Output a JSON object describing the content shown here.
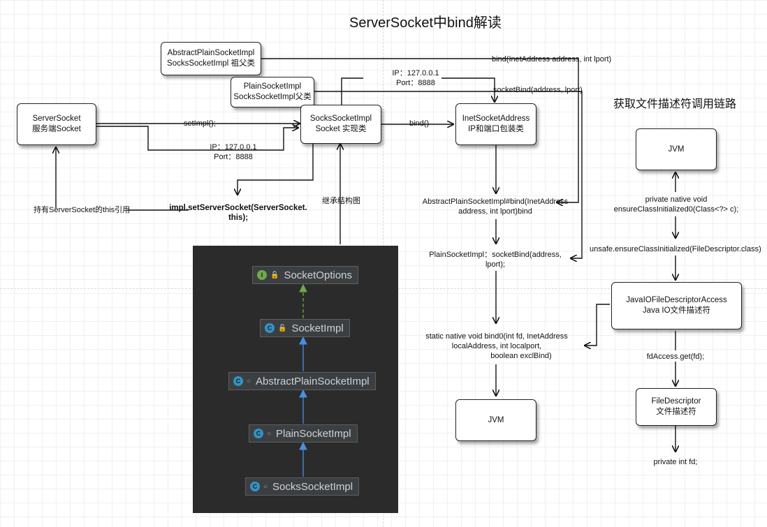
{
  "title": "ServerSocket中bind解读",
  "subtitle": "获取文件描述符调用链路",
  "boxes": {
    "server_socket": {
      "line1": "ServerSocket",
      "line2": "服务端Socket"
    },
    "abstract_plain": {
      "line1": "AbstractPlainSocketImpl",
      "line2": "SocksSocketImpl 祖父类"
    },
    "plain": {
      "line1": "PlainSocketImpl",
      "line2": "SocksSocketImpl父类"
    },
    "socks": {
      "line1": "SocksSocketImpl",
      "line2": "Socket 实现类"
    },
    "inet": {
      "line1": "InetSocketAddress",
      "line2": "IP和端口包装类"
    },
    "jvm_mid": {
      "line1": "JVM"
    },
    "jvm_right": {
      "line1": "JVM"
    },
    "java_io_access": {
      "line1": "JavaIOFileDescriptorAccess",
      "line2": "Java IO文件描述符"
    },
    "file_descriptor": {
      "line1": "FileDescriptor",
      "line2": "文件描述符"
    }
  },
  "labels": {
    "bind_inet_top": "bind(InetAddress address, int lport)",
    "socket_bind_top": "socketBind(address, lport)",
    "ip_top": "IP：127.0.0.1",
    "port_top": "Port：8888",
    "set_impl": "setImpl();",
    "ip_mid": "IP：127.0.0.1",
    "port_mid": "Port：8888",
    "bind_call": "bind()",
    "holds_this": "持有ServerSocket的this引用",
    "impl_set_line1": "impl.setServerSocket(ServerSocket.",
    "impl_set_line2": "this);",
    "inherit_struct": "继承结构图",
    "abs_bind_line1": "AbstractPlainSocketImpl#bind(InetAddress",
    "abs_bind_line2": "address, int lport)bind",
    "plain_bind_line1": "PlainSocketImpl：socketBind(address,",
    "plain_bind_line2": "lport);",
    "native_line1": "static native void bind0(int fd, InetAddress",
    "native_line2": "localAddress, int localport,",
    "native_line3": "boolean exclBind)",
    "ensure_line1": "private native void",
    "ensure_line2": "ensureClassInitialized0(Class<?> c);",
    "unsafe_ensure": "unsafe.ensureClassInitialized(FileDescriptor.class)",
    "fd_access": "fdAccess.get(fd);",
    "private_fd": "private int fd;"
  },
  "hierarchy": {
    "nodes": [
      {
        "name": "SocketOptions",
        "icon": "I",
        "icon_color": "#6fa94b",
        "modifier": "lock"
      },
      {
        "name": "SocketImpl",
        "icon": "C",
        "icon_color": "#3592c4",
        "modifier": "lock"
      },
      {
        "name": "AbstractPlainSocketImpl",
        "icon": "C",
        "icon_color": "#3592c4",
        "modifier": "dot"
      },
      {
        "name": "PlainSocketImpl",
        "icon": "C",
        "icon_color": "#3592c4",
        "modifier": "dot"
      },
      {
        "name": "SocksSocketImpl",
        "icon": "C",
        "icon_color": "#3592c4",
        "modifier": "dot"
      }
    ],
    "edge_colors": {
      "implements": "#6fa94b",
      "extends": "#4a8fe0"
    }
  }
}
